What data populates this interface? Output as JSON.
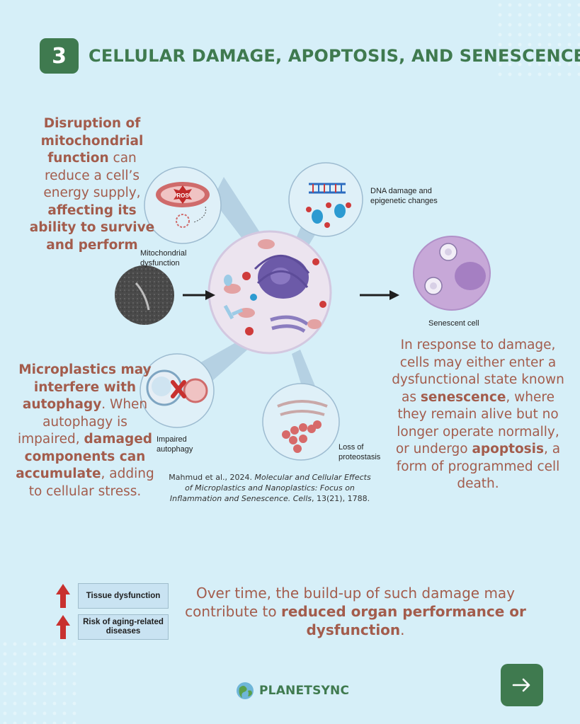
{
  "header": {
    "number": "3",
    "title": "CELLULAR DAMAGE, APOPTOSIS, AND SENESCENCE"
  },
  "left_top": {
    "bold1": "Disruption of mitochondrial function",
    "normal1": " can reduce a cell’s energy supply, ",
    "bold2": "affecting its ability to survive and perform"
  },
  "left_bottom": {
    "bold1": "Microplastics may interfere with autophagy",
    "normal1": ". When autophagy is impaired, ",
    "bold2": "damaged components can accumulate",
    "normal2": ", adding to cellular stress."
  },
  "right": {
    "normal1": "In response to damage, cells may either enter a dysfunctional state known as ",
    "bold1": "senescence",
    "normal2": ", where they remain alive but no longer operate normally, or undergo ",
    "bold2": "apoptosis",
    "normal3": ", a form of programmed cell death."
  },
  "bottom": {
    "normal1": "Over time, the build-up of such damage may contribute to ",
    "bold1": "reduced organ performance or dysfunction",
    "normal2": "."
  },
  "diagram_labels": {
    "mito": "Mitochondrial dysfunction",
    "dna": "DNA damage and epigenetic changes",
    "autophagy": "Impaired autophagy",
    "proteostasis": "Loss of proteostasis",
    "senescent": "Senescent cell",
    "ros": "ROS"
  },
  "citation": {
    "authors": "Mahmud et al., 2024. ",
    "title": "Molecular and Cellular Effects of Microplastics and Nanoplastics: Focus on Inflammation and Senescence. Cells",
    "rest": ", 13(21), 1788."
  },
  "legend": [
    {
      "label": "Tissue dysfunction",
      "icon": "up-arrow-icon"
    },
    {
      "label": "Risk of aging-related diseases",
      "icon": "up-arrow-icon"
    }
  ],
  "brand": {
    "name": "PLANETSYNC"
  },
  "colors": {
    "green": "#3f7a4f",
    "text": "#a35c4c",
    "background": "#d6eff8",
    "arrow_red": "#c8312f"
  }
}
